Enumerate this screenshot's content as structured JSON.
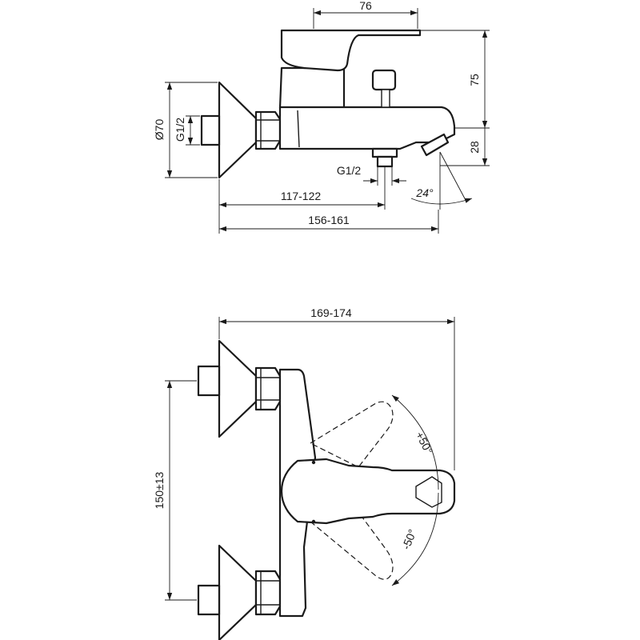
{
  "side_view": {
    "dim_lever_width": "76",
    "dim_height_top": "75",
    "dim_height_bottom": "28",
    "dim_diameter": "Ø70",
    "dim_inlet_thread": "G1/2",
    "dim_outlet_thread": "G1/2",
    "dim_angle": "24°",
    "dim_outlet_distance": "117-122",
    "dim_total_depth": "156-161"
  },
  "top_view": {
    "dim_total_width": "169-174",
    "dim_inlet_spacing": "150±13",
    "dim_rotation_plus": "+50°",
    "dim_rotation_minus": "-50°"
  }
}
